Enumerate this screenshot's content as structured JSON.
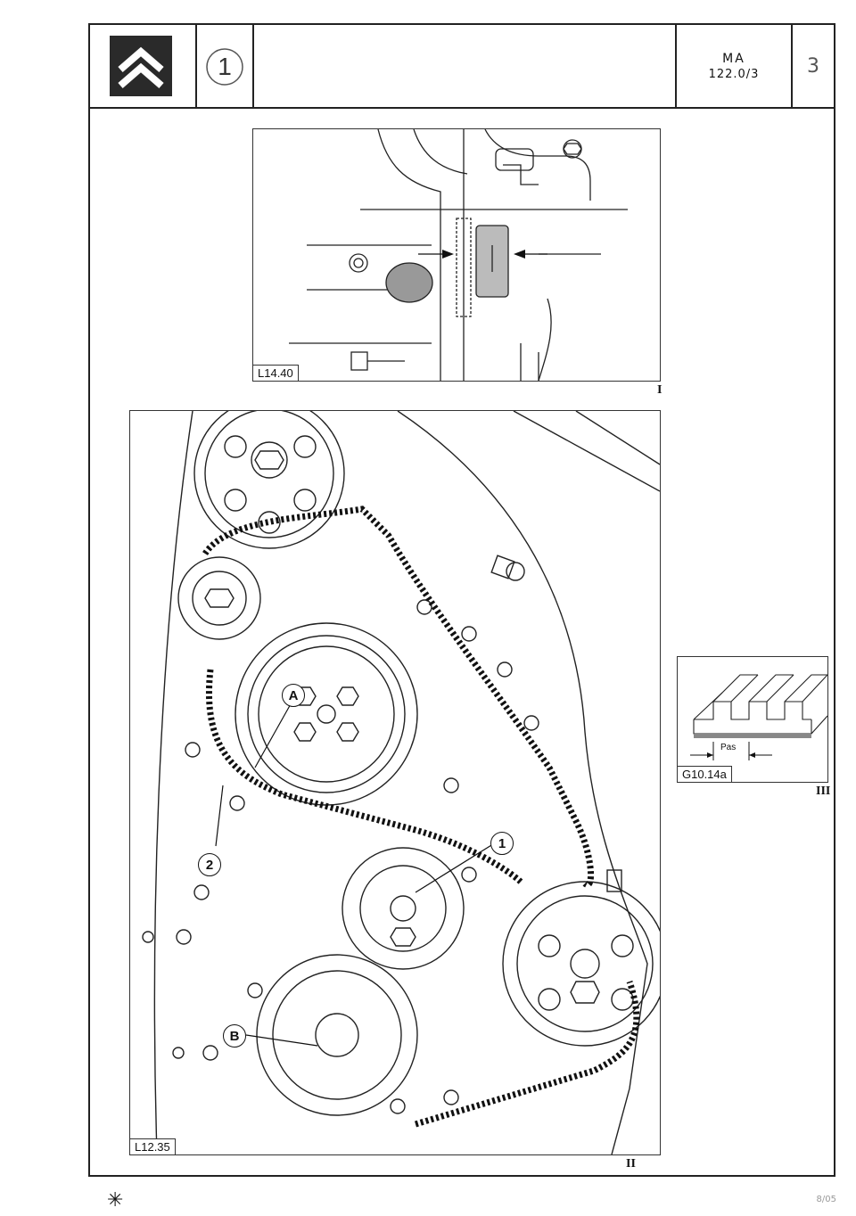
{
  "header": {
    "logo": "citroen-chevron-logo",
    "section_number": "1",
    "ref_line1": "MA",
    "ref_line2": "122.0/3",
    "page_number": "3"
  },
  "figures": {
    "fig1": {
      "label": "L14.40",
      "roman": "I"
    },
    "fig2": {
      "label": "L12.35",
      "roman": "II",
      "callouts": {
        "a": "A",
        "b": "B",
        "one": "1",
        "two": "2"
      }
    },
    "fig3": {
      "label": "G10.14a",
      "roman": "III",
      "pitch_label": "Pas"
    }
  },
  "footer": {
    "symbol": "✳",
    "page_ref": "8/05"
  }
}
